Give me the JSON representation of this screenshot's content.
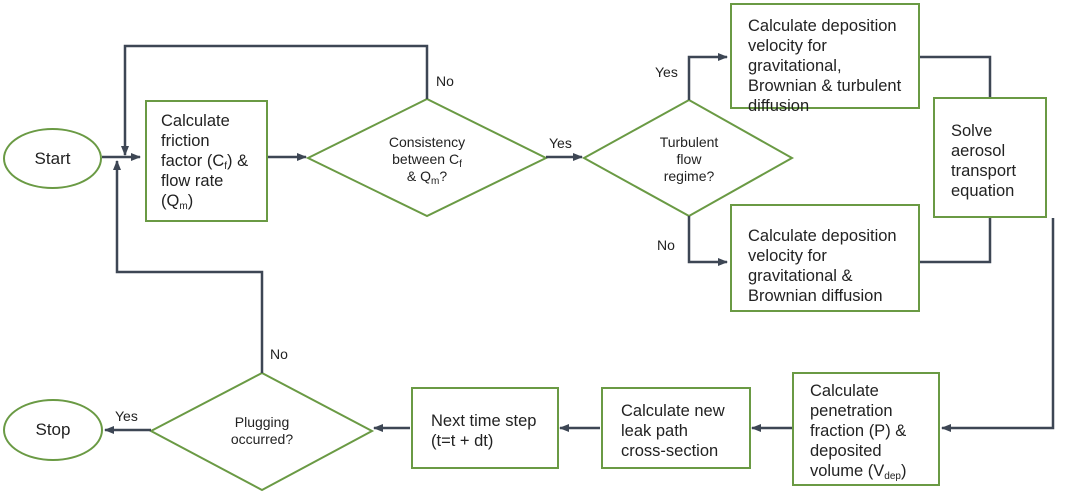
{
  "nodes": {
    "start": "Start",
    "stop": "Stop",
    "friction": {
      "l1": "Calculate",
      "l2": "friction",
      "l3a": "factor (C",
      "l3sub": "f",
      "l3b": ") &",
      "l4": "flow rate",
      "l5a": "(Q",
      "l5sub": "m",
      "l5b": ")"
    },
    "consistency": {
      "l1a": "Consistency",
      "l1b": "between C",
      "l1sub": "f",
      "l2a": "& Q",
      "l2sub": "m",
      "l2b": "?"
    },
    "turbulent": {
      "l1": "Turbulent",
      "l2": "flow",
      "l3": "regime?"
    },
    "depo_turb": {
      "l1": "Calculate deposition",
      "l2": "velocity for",
      "l3": "gravitational,",
      "l4": "Brownian & turbulent",
      "l5": "diffusion"
    },
    "depo_lam": {
      "l1": "Calculate deposition",
      "l2": "velocity for",
      "l3": "gravitational &",
      "l4": "Brownian diffusion"
    },
    "solve": {
      "l1": "Solve",
      "l2": "aerosol",
      "l3": "transport",
      "l4": "equation"
    },
    "penetration": {
      "l1": "Calculate",
      "l2": "penetration",
      "l3": "fraction (P) &",
      "l4": "deposited",
      "l5a": "volume (V",
      "l5sub": "dep",
      "l5b": ")"
    },
    "leak": {
      "l1": "Calculate new",
      "l2": "leak path",
      "l3": "cross-section"
    },
    "next": {
      "l1": "Next time step",
      "l2": "(t=t + dt)"
    },
    "plugging": {
      "l1": "Plugging",
      "l2": "occurred?"
    }
  },
  "labels": {
    "cons_no": "No",
    "cons_yes": "Yes",
    "turb_yes": "Yes",
    "turb_no": "No",
    "plug_no": "No",
    "plug_yes": "Yes"
  },
  "colors": {
    "shape_border": "#6a9a44",
    "connector": "#3d4654"
  }
}
